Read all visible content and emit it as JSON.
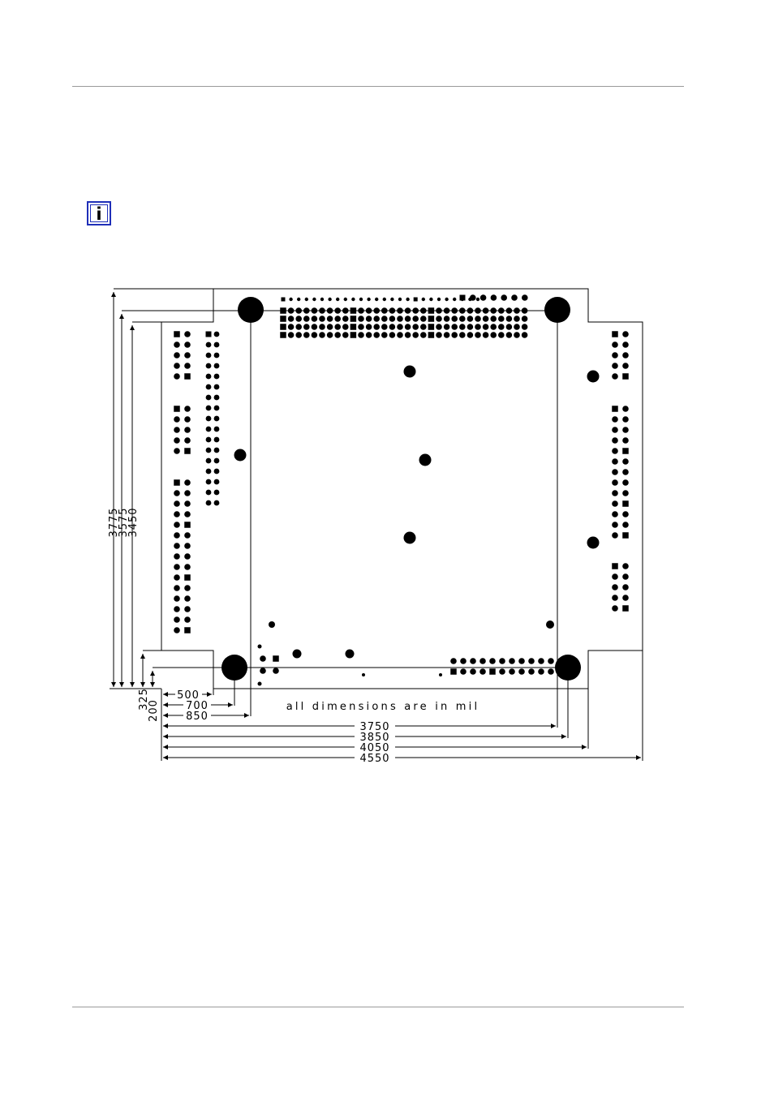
{
  "info_icon": {
    "glyph": "i",
    "name": "info-icon"
  },
  "drawing": {
    "note": "all dimensions are in mil",
    "horizontal_dimensions": [
      "500",
      "700",
      "850",
      "3750",
      "3850",
      "4050",
      "4550"
    ],
    "vertical_dimensions": [
      "3775",
      "3575",
      "3450",
      "325",
      "200"
    ]
  },
  "colors": {
    "rule": "#9a9a9a",
    "icon_border": "#1f2fb8",
    "ink": "#000000"
  }
}
